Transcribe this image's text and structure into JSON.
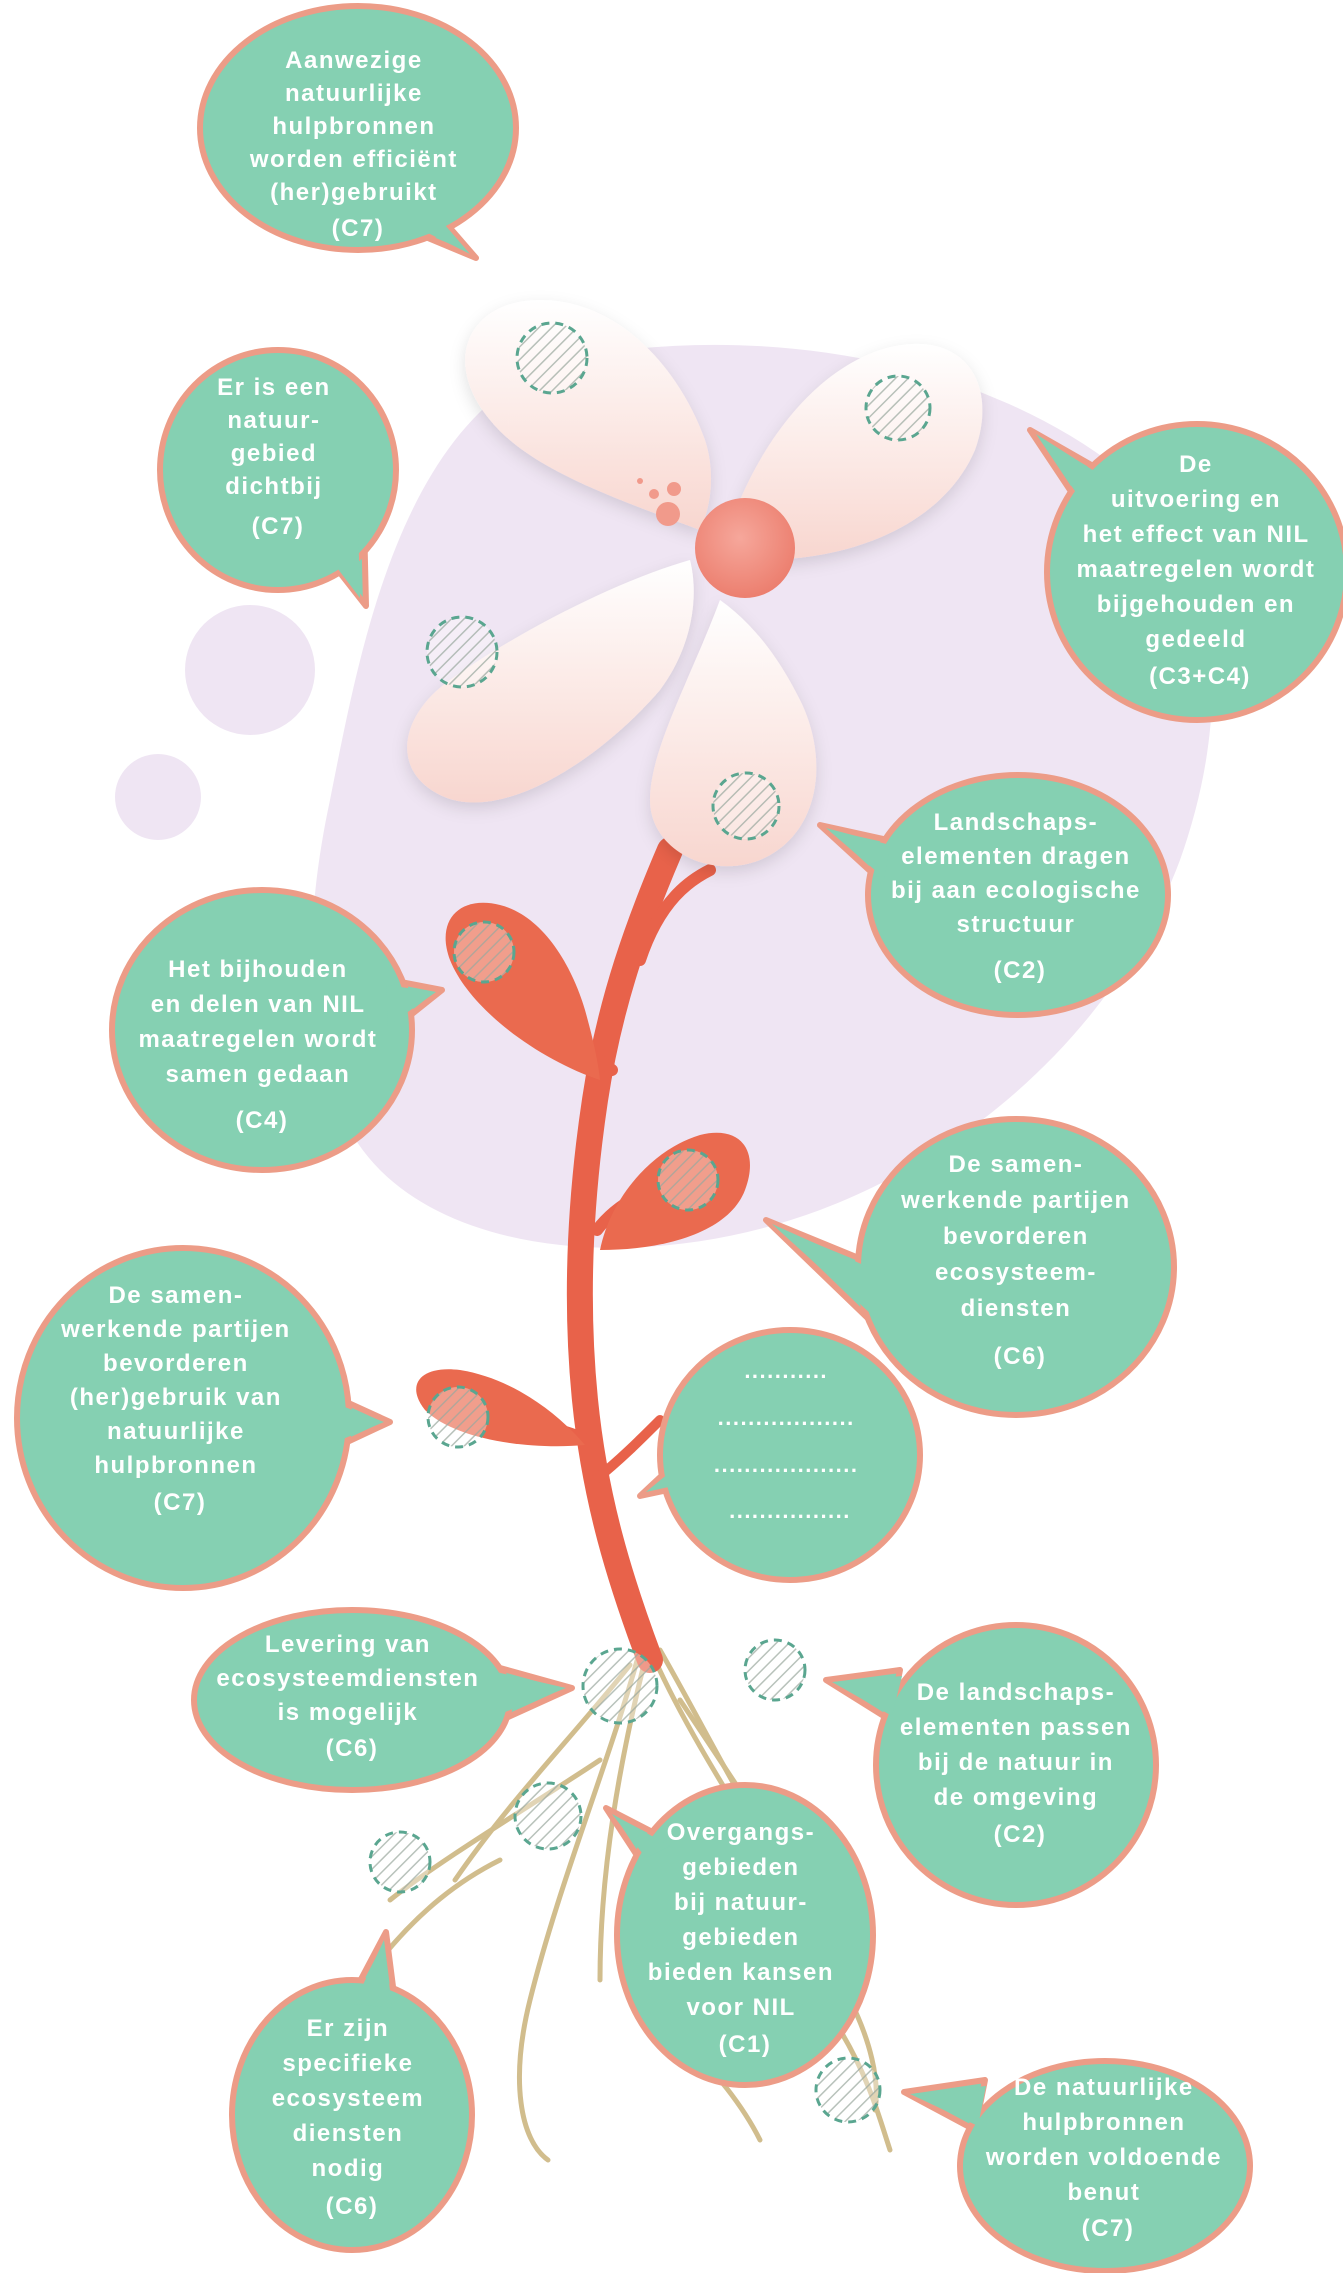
{
  "colors": {
    "bubble_fill": "#85d0b2",
    "bubble_stroke": "#ec9c87",
    "stem": "#e8624a",
    "leaf_fill": "#ea6a4f",
    "petal_top": "#ffffff",
    "petal_bottom": "#f8d6cf",
    "center": "#f1978a",
    "background_blob": "#efe5f3",
    "root": "#c9b27a",
    "marker_stroke": "#5aa690"
  },
  "bubbles": [
    {
      "id": "c7-efficient",
      "lines": [
        "Aanwezige",
        "natuurlijke",
        "hulpbronnen",
        "worden efficiënt",
        "(her)gebruikt",
        "(C7)"
      ]
    },
    {
      "id": "c7-natuurgebied",
      "lines": [
        "Er is een",
        "natuur-",
        "gebied",
        "dichtbij",
        "(C7)"
      ]
    },
    {
      "id": "c3c4-uitvoering",
      "lines": [
        "De",
        "uitvoering en",
        "het effect van NIL",
        "maatregelen wordt",
        "bijgehouden en",
        "gedeeld",
        "(C3+C4)"
      ]
    },
    {
      "id": "c2-landschap",
      "lines": [
        "Landschaps-",
        "elementen dragen",
        "bij aan ecologische",
        "structuur",
        "(C2)"
      ]
    },
    {
      "id": "c4-samen",
      "lines": [
        "Het bijhouden",
        "en delen van NIL",
        "maatregelen wordt",
        "samen gedaan",
        "(C4)"
      ]
    },
    {
      "id": "c6-bevorderen",
      "lines": [
        "De samen-",
        "werkende partijen",
        "bevorderen",
        "ecosysteem-",
        "diensten",
        "(C6)"
      ]
    },
    {
      "id": "c7-hergebruik",
      "lines": [
        "De samen-",
        "werkende partijen",
        "bevorderen",
        "(her)gebruik van",
        "natuurlijke",
        "hulpbronnen",
        "(C7)"
      ]
    },
    {
      "id": "blank",
      "lines": [
        "...........",
        "..................",
        "...................",
        "................"
      ]
    },
    {
      "id": "c6-levering",
      "lines": [
        "Levering van",
        "ecosysteemdiensten",
        "is mogelijk",
        "(C6)"
      ]
    },
    {
      "id": "c2-passen",
      "lines": [
        "De landschaps-",
        "elementen passen",
        "bij de natuur in",
        "de omgeving",
        "(C2)"
      ]
    },
    {
      "id": "c1-overgang",
      "lines": [
        "Overgangs-",
        "gebieden",
        "bij natuur-",
        "gebieden",
        "bieden kansen",
        "voor NIL",
        "(C1)"
      ]
    },
    {
      "id": "c6-specifiek",
      "lines": [
        "Er zijn",
        "specifieke",
        "ecosysteem",
        "diensten",
        "nodig",
        "(C6)"
      ]
    },
    {
      "id": "c7-benut",
      "lines": [
        "De natuurlijke",
        "hulpbronnen",
        "worden voldoende",
        "benut",
        "(C7)"
      ]
    }
  ]
}
